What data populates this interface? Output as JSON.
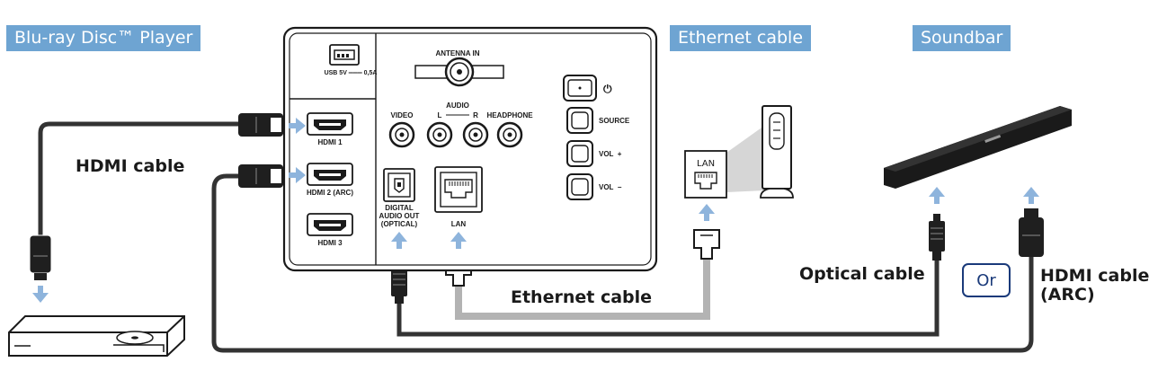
{
  "tags": {
    "bluray": "Blu-ray Disc™ Player",
    "ethernet": "Ethernet cable",
    "soundbar": "Soundbar"
  },
  "cables": {
    "hdmi": "HDMI cable",
    "ethernet": "Ethernet cable",
    "optical": "Optical cable",
    "or": "Or",
    "hdmi_arc_line1": "HDMI cable",
    "hdmi_arc_line2": "(ARC)"
  },
  "panel": {
    "usb": "USB 5V ═══ 0,5A",
    "antenna": "ANTENNA IN",
    "video": "VIDEO",
    "audio": "AUDIO",
    "audio_l": "L",
    "audio_r": "R",
    "headphone": "HEADPHONE",
    "hdmi1": "HDMI 1",
    "hdmi2": "HDMI 2 (ARC)",
    "hdmi3": "HDMI 3",
    "digital_line1": "DIGITAL",
    "digital_line2": "AUDIO OUT",
    "digital_line3": "(OPTICAL)",
    "lan": "LAN",
    "power_symbol": "⏻",
    "source": "SOURCE",
    "vol_plus": "VOL  +",
    "vol_minus": "VOL  −"
  },
  "router": {
    "lan": "LAN"
  },
  "colors": {
    "tag_bg": "#6ea4d2",
    "arrow": "#8eb4dc",
    "cable_dark": "#333333",
    "ethernet_cable": "#b3b3b3"
  }
}
